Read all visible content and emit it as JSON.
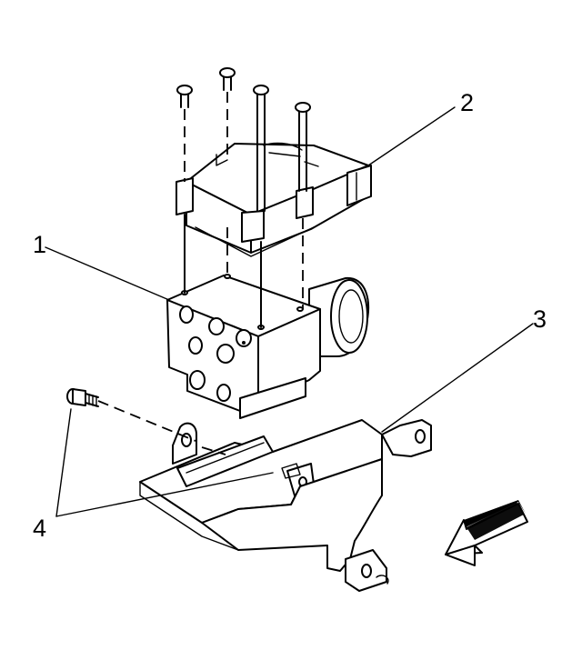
{
  "callouts": [
    {
      "id": "1",
      "label": "1"
    },
    {
      "id": "2",
      "label": "2"
    },
    {
      "id": "3",
      "label": "3"
    },
    {
      "id": "4",
      "label": "4"
    }
  ],
  "icons": {
    "direction_arrow": "front-direction-arrow-icon",
    "screw": "screw-icon",
    "bolt": "bolt-icon"
  }
}
